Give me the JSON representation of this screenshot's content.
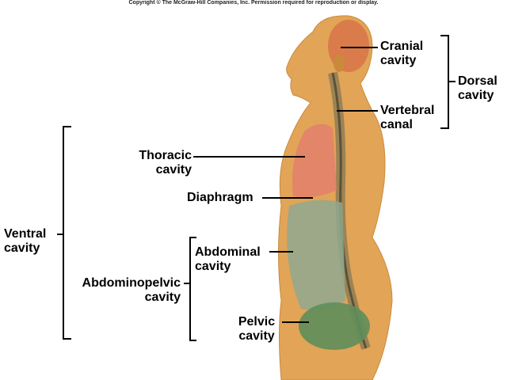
{
  "copyright": "Copyright © The McGraw-Hill Companies, Inc. Permission required for reproduction or display.",
  "labels": {
    "cranial": [
      "Cranial",
      "cavity"
    ],
    "vertebral": [
      "Vertebral",
      "canal"
    ],
    "dorsal": [
      "Dorsal",
      "cavity"
    ],
    "thoracic": [
      "Thoracic",
      "cavity"
    ],
    "diaphragm": "Diaphragm",
    "ventral": [
      "Ventral",
      "cavity"
    ],
    "abdominal": [
      "Abdominal",
      "cavity"
    ],
    "abdominopelvic": [
      "Abdominopelvic",
      "cavity"
    ],
    "pelvic": [
      "Pelvic",
      "cavity"
    ]
  },
  "colors": {
    "skin": "#e2a456",
    "skin_dark": "#c98a3c",
    "brain": "#d8774a",
    "thoracic": "#e2806c",
    "abdominal": "#8fa98f",
    "pelvic": "#5f8e5a",
    "spine": "#8a7a55"
  }
}
